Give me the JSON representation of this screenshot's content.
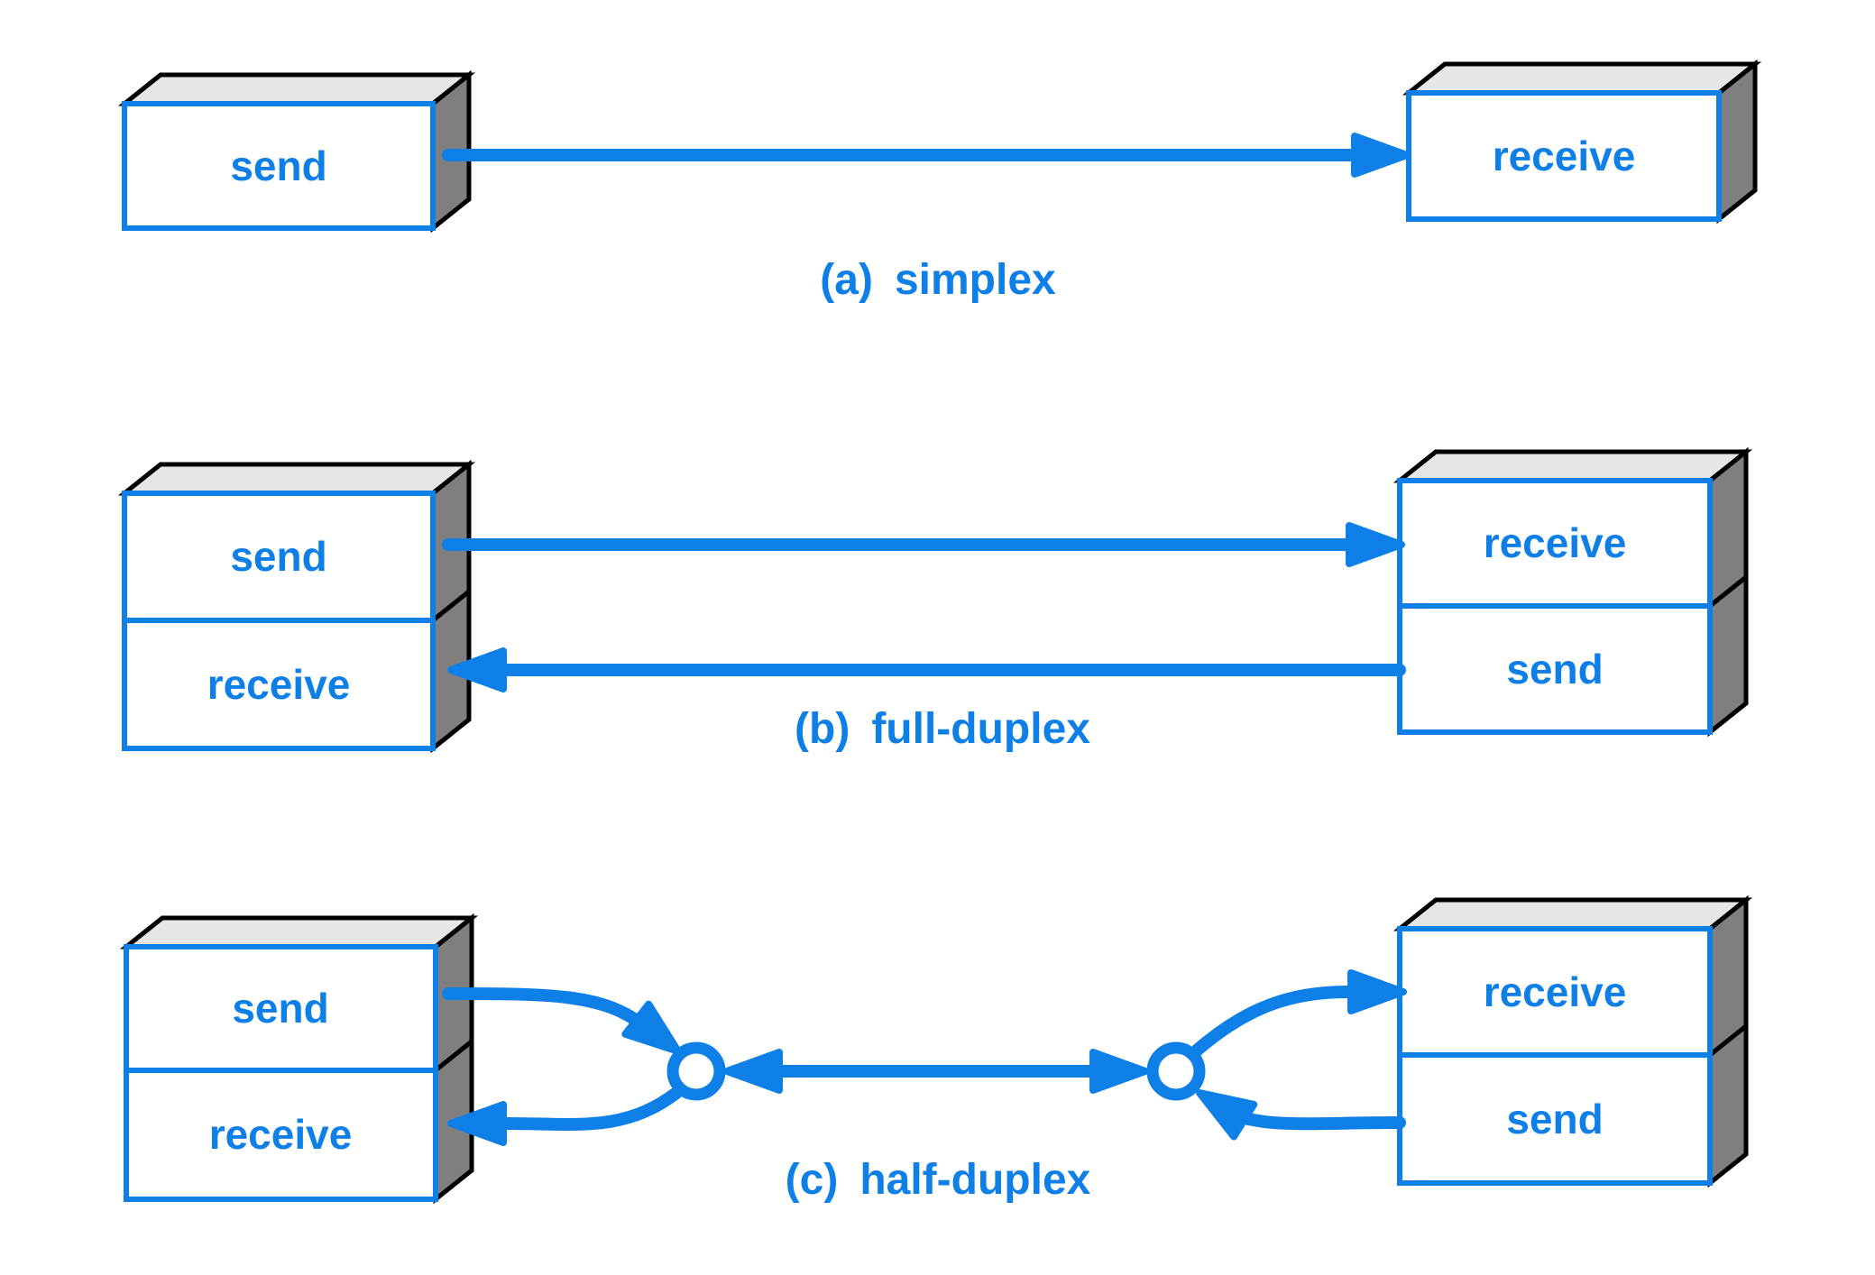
{
  "colors": {
    "accent_blue": "#0f7fe8",
    "box_top_gray": "#e6e6e6",
    "box_side_gray": "#7f7f7f",
    "outline_black": "#000000",
    "bg": "#ffffff"
  },
  "diagrams": {
    "simplex": {
      "caption_prefix": "(a)",
      "caption": "simplex",
      "left_box": {
        "label": "send"
      },
      "right_box": {
        "label": "receive"
      }
    },
    "full_duplex": {
      "caption_prefix": "(b)",
      "caption": "full-duplex",
      "left_box": {
        "top_label": "send",
        "bottom_label": "receive"
      },
      "right_box": {
        "top_label": "receive",
        "bottom_label": "send"
      }
    },
    "half_duplex": {
      "caption_prefix": "(c)",
      "caption": "half-duplex",
      "left_box": {
        "top_label": "send",
        "bottom_label": "receive"
      },
      "right_box": {
        "top_label": "receive",
        "bottom_label": "send"
      }
    }
  }
}
